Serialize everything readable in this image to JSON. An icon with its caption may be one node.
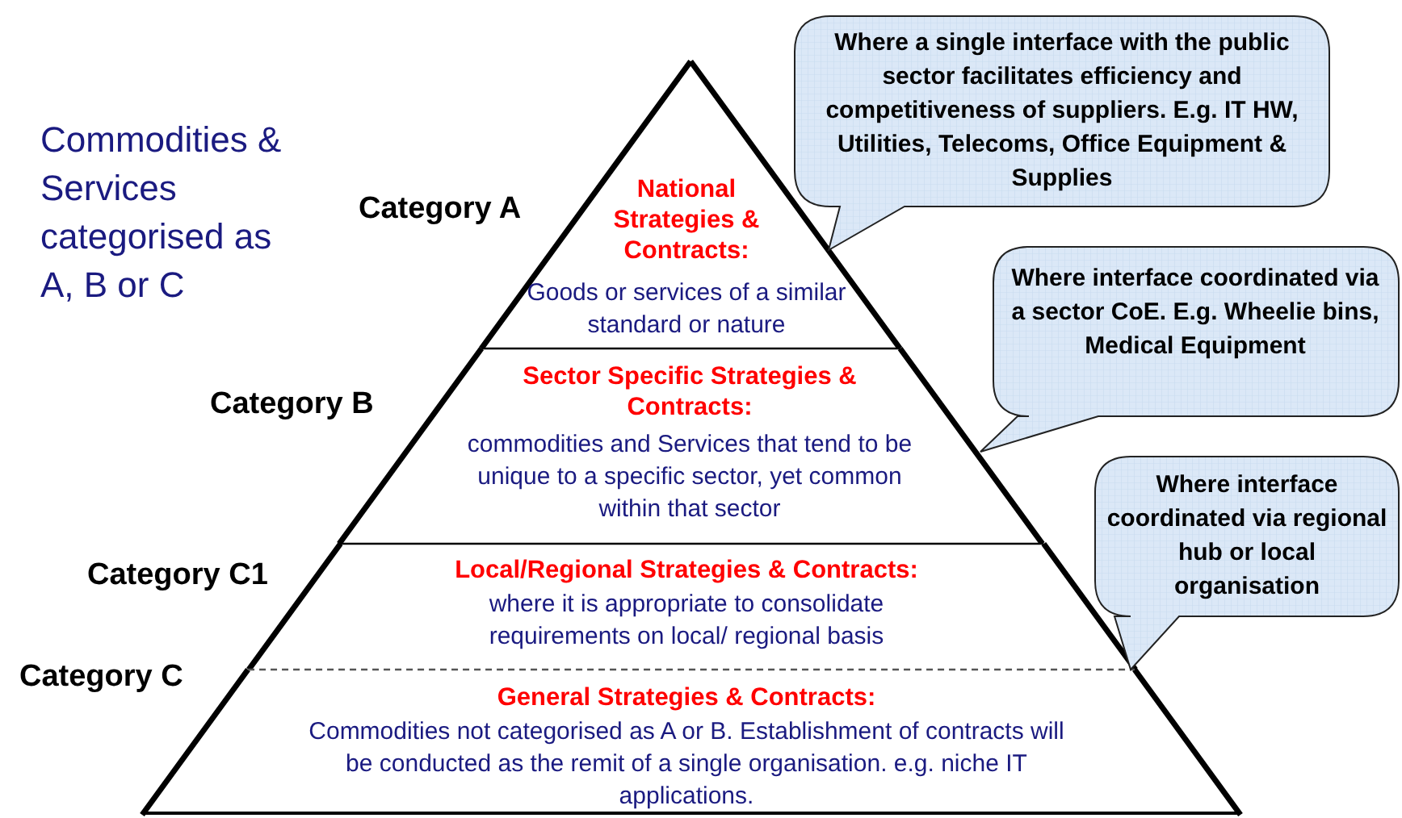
{
  "diagram": {
    "nodes": [
      {
        "text": [
          "National Strategies & Contracts:",
          "Goods or services of a similar standard or nature"
        ],
        "beside": [
          "Category A"
        ]
      },
      {
        "text": [
          "Sector Specific Strategies & Contracts:",
          "commodities and Services that tend to be unique to a specific sector, yet common within that sector"
        ],
        "beside": [
          "Category B"
        ]
      },
      {
        "text": [
          "Local/Regional Strategies & Contracts:",
          "where it is appropriate to consolidate requirements on local/ regional basis"
        ],
        "beside": [
          "Category C1"
        ]
      },
      {
        "text": [
          "General Strategies & Contracts:",
          "Commodities not categorised as A or B. Establishment of contracts will be conducted as the remit of a single organisation. e.g. niche IT applications."
        ],
        "beside": [
          "Category C"
        ]
      },
      {
        "text": [
          "Where a single interface with the public sector facilitates efficiency and competitiveness of suppliers. E.g. IT HW, Utilities, Telecoms, Office Equipment & Supplies"
        ]
      },
      {
        "text": [
          "Where interface coordinated via a sector CoE. E.g. Wheelie bins, Medical Equipment"
        ]
      },
      {
        "text": [
          "Where interface coordinated via regional hub or local organisation"
        ]
      }
    ],
    "labels": [
      "Commodities & Services categorised as A, B or C"
    ]
  }
}
